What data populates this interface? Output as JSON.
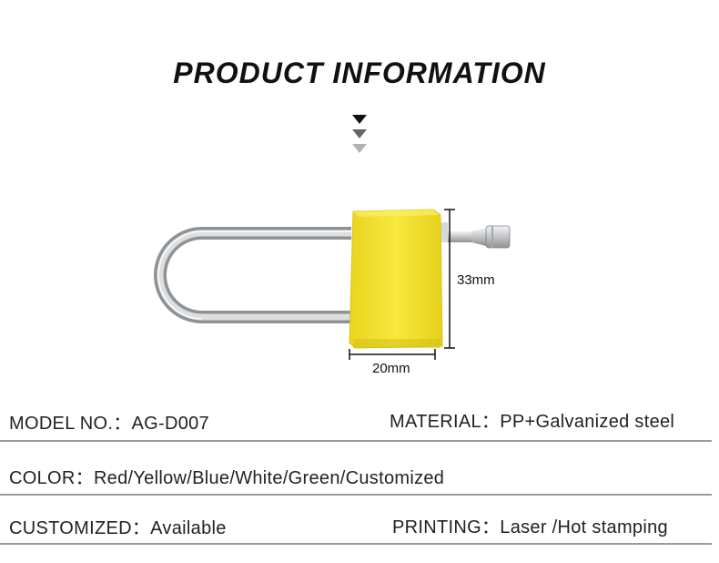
{
  "header": {
    "title": "PRODUCT INFORMATION"
  },
  "product": {
    "height_label": "33mm",
    "width_label": "20mm",
    "body_color": "#f3e233",
    "shackle_color": "#c4c6c8"
  },
  "specs": {
    "model": {
      "label": "MODEL NO.：",
      "value": "AG-D007"
    },
    "material": {
      "label": "MATERIAL：",
      "value": "PP+Galvanized steel"
    },
    "color": {
      "label": "COLOR：",
      "value": "Red/Yellow/Blue/White/Green/Customized"
    },
    "customized": {
      "label": "CUSTOMIZED：",
      "value": "Available"
    },
    "printing": {
      "label": "PRINTING：",
      "value": "Laser /Hot stamping"
    }
  }
}
